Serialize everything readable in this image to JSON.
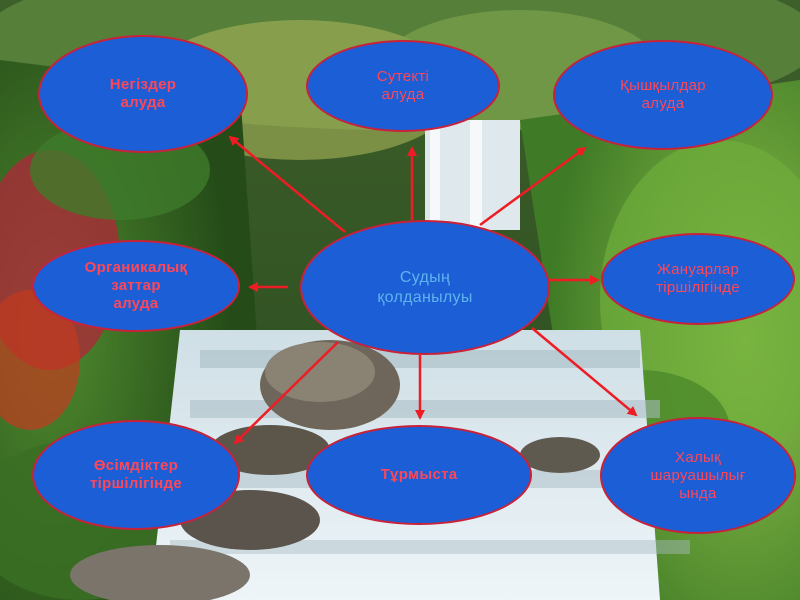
{
  "center": {
    "label": "Судың\nқолданылуы"
  },
  "nodes": {
    "bases": "Негіздер\nалуда",
    "hydrogen": "Сутекті\nалуда",
    "acids": "Қышқылдар\nалуда",
    "organic": "Органикалық\nзаттар\nалуда",
    "animals": "Жануарлар\nтіршілігінде",
    "plants": "Өсімдіктер\nтіршілігінде",
    "household": "Тұрмыста",
    "economy": "Халық\nшаруашылығ\nында"
  },
  "colors": {
    "node_fill": "#1c5ed6",
    "node_border": "#c8223a",
    "outer_text": "#ff4757",
    "center_text": "#5fb4ee",
    "arrow": "#ee1c24"
  }
}
